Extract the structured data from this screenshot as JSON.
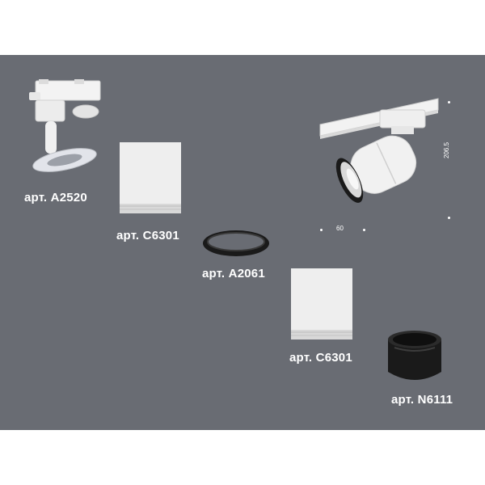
{
  "colors": {
    "background": "#696c73",
    "part_white": "#eeeeee",
    "part_black": "#1a1a1a"
  },
  "parts": [
    {
      "article": "арт. A2520",
      "icon": "track-adapter-icon"
    },
    {
      "article": "арт. C6301",
      "icon": "white-cylinder-icon"
    },
    {
      "article": "арт. A2061",
      "icon": "black-ring-icon"
    },
    {
      "article": "арт. C6301",
      "icon": "white-cylinder-icon"
    },
    {
      "article": "арт. N6111",
      "icon": "black-nozzle-icon"
    }
  ],
  "assembled": {
    "icon": "track-spotlight-icon",
    "width_label": "60",
    "height_label": "206.5"
  }
}
